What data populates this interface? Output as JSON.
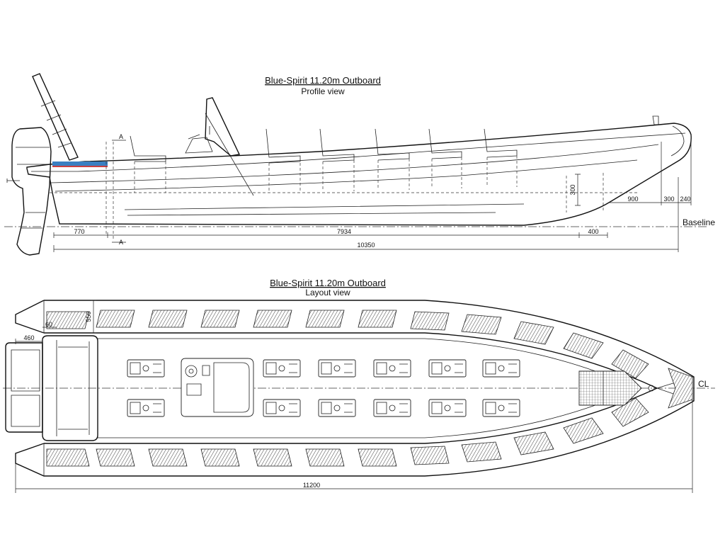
{
  "profile": {
    "title": "Blue-Spirit 11.20m Outboard",
    "subtitle": "Profile view",
    "section_mark": "A",
    "baseline_label": "Baseline",
    "dimensions": {
      "d770": "770",
      "d7934": "7934",
      "d400": "400",
      "d10350": "10350",
      "d300v": "300",
      "d900": "900",
      "d300": "300",
      "d240": "240"
    }
  },
  "layout": {
    "title": "Blue-Spirit 11.20m Outboard",
    "subtitle": "Layout view",
    "centerline_label": "CL",
    "dimensions": {
      "d550": "550",
      "d60": "60",
      "d460": "460",
      "d11200": "11200"
    }
  }
}
